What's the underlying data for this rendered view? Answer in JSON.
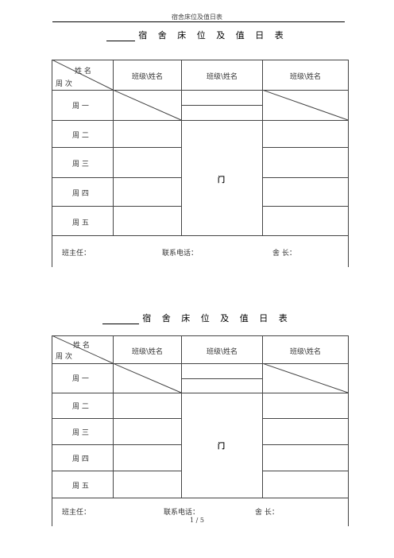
{
  "page_header": "宿舍床位及值日表",
  "forms": [
    {
      "title": "宿 舍 床 位 及 值 日 表",
      "corner_top": "姓 名",
      "corner_bottom": "周 次",
      "col_headers": [
        "班级\\姓名",
        "班级\\姓名",
        "班级\\姓名"
      ],
      "days": [
        "周 一",
        "周 二",
        "周 三",
        "周 四",
        "周 五"
      ],
      "door_label": "门",
      "footer": {
        "teacher": "班主任：",
        "phone": "联系电话：",
        "leader": "舍 长："
      }
    },
    {
      "title": "宿 舍 床 位 及 值 日 表",
      "corner_top": "姓 名",
      "corner_bottom": "周 次",
      "col_headers": [
        "班级\\姓名",
        "班级\\姓名",
        "班级\\姓名"
      ],
      "days": [
        "周 一",
        "周 二",
        "周 三",
        "周 四",
        "周 五"
      ],
      "door_label": "门",
      "footer": {
        "teacher": "班主任：",
        "phone": "联系电话：",
        "leader": "舍 长："
      }
    }
  ],
  "page_number": "1 / 5"
}
